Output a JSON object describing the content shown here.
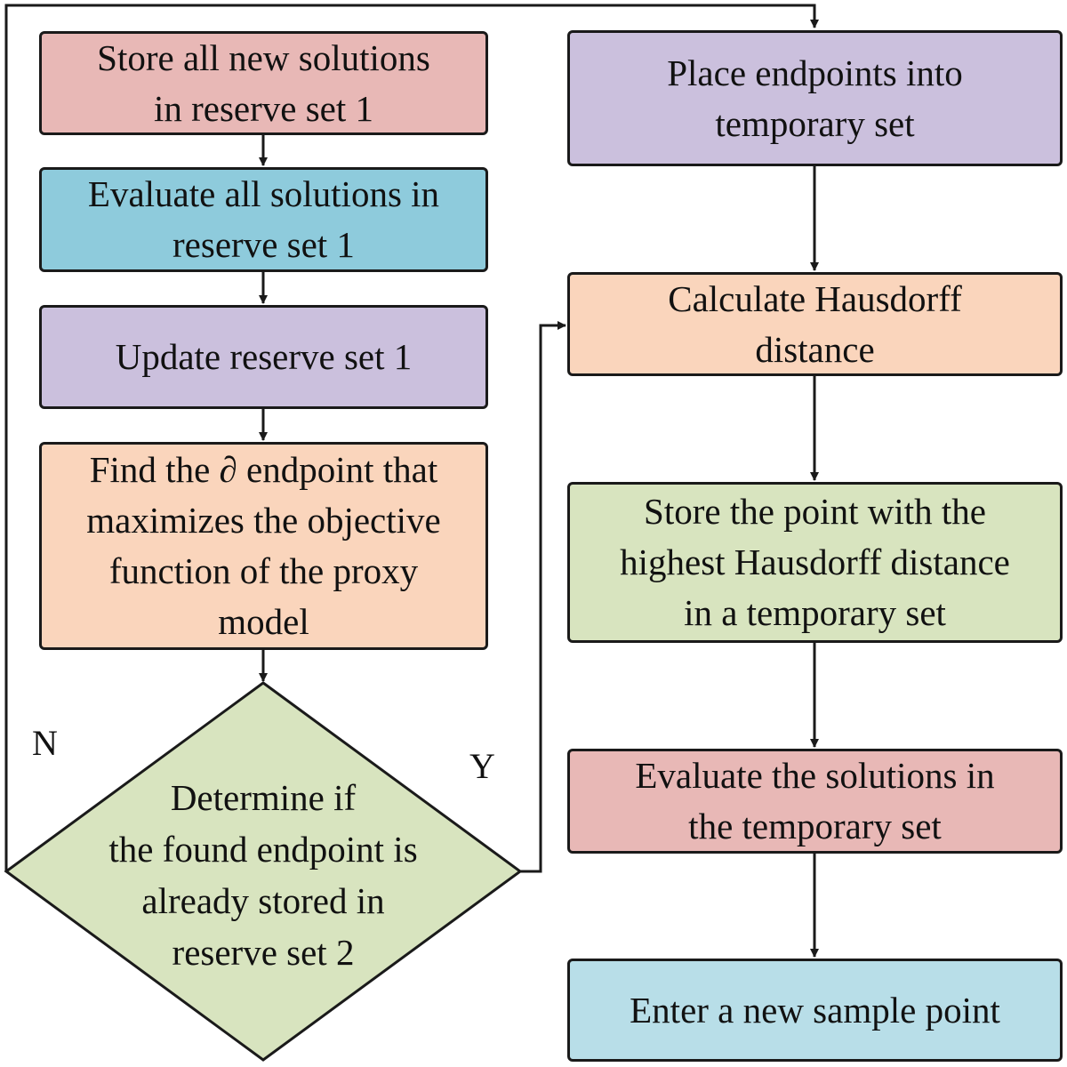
{
  "colors": {
    "pink": "#e8b8b6",
    "teal": "#8ecbdc",
    "lavender": "#cbc0dd",
    "peach": "#fad5bc",
    "green": "#d8e4bf",
    "lightblue": "#b8dee8",
    "stroke": "#1a1a1a"
  },
  "nodes": {
    "store_new": "Store all new solutions\nin reserve set 1",
    "evaluate_all": "Evaluate all solutions in\nreserve set 1",
    "update_reserve": "Update reserve set 1",
    "find_endpoint": "Find the ∂ endpoint that\nmaximizes the objective\nfunction of the proxy\nmodel",
    "decision": "Determine if\nthe found endpoint is\nalready stored in\nreserve set 2",
    "place_endpoints": "Place endpoints into\ntemporary set",
    "calc_hausdorff": "Calculate Hausdorff\ndistance",
    "store_highest": "Store the point with the\nhighest Hausdorff distance\nin a temporary set",
    "evaluate_temp": "Evaluate the solutions in\nthe temporary set",
    "enter_sample": "Enter a new sample point"
  },
  "labels": {
    "no": "N",
    "yes": "Y"
  }
}
